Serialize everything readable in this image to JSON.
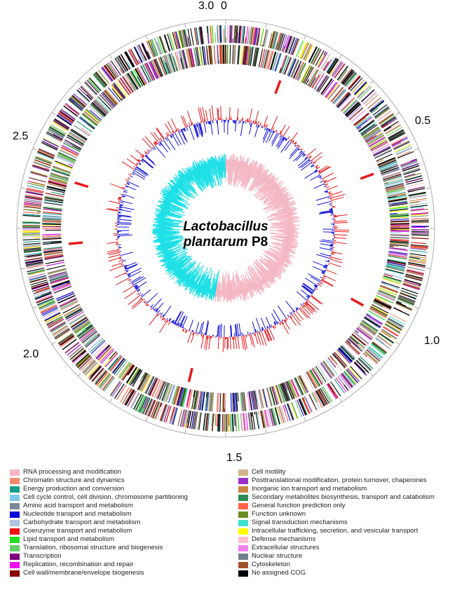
{
  "genome": {
    "name_italic": "Lactobacillus",
    "name_italic2": "plantarum",
    "strain": "P8",
    "total_mb": 3.2,
    "tick_labels": [
      {
        "value": "0",
        "mb": 0
      },
      {
        "value": "0.5",
        "mb": 0.5
      },
      {
        "value": "1.0",
        "mb": 1.0
      },
      {
        "value": "1.5",
        "mb": 1.5
      },
      {
        "value": "2.0",
        "mb": 2.0
      },
      {
        "value": "2.5",
        "mb": 2.5
      },
      {
        "value": "3.0",
        "mb": 3.0
      }
    ]
  },
  "colors": {
    "gc_content_pos": "#e8191c",
    "gc_content_neg": "#1414d8",
    "gc_skew_pos": "#f4b8c4",
    "gc_skew_neg": "#1ee0e6",
    "rrna_marks": "#e8191c"
  },
  "legend": {
    "left": [
      {
        "label": "RNA processing and modification",
        "color": "#f4b6c2"
      },
      {
        "label": "Chromatin structure and dynamics",
        "color": "#f08a6c"
      },
      {
        "label": "Energy production and conversion",
        "color": "#1a9e8a"
      },
      {
        "label": "Cell cycle control, cell division, chromosome partitioning",
        "color": "#7fc8ec"
      },
      {
        "label": "Amino acid transport and metabolism",
        "color": "#7a8a9a"
      },
      {
        "label": "Nucleotide transport and metabolism",
        "color": "#0a0adc"
      },
      {
        "label": "Carbohydrate transport and metabolism",
        "color": "#b0c4de"
      },
      {
        "label": "Coenzyme transport and metabolism",
        "color": "#ee1111"
      },
      {
        "label": "Lipid transport and metabolism",
        "color": "#22dd22"
      },
      {
        "label": "Translation, ribosomal structure and biogenesis",
        "color": "#66cc66"
      },
      {
        "label": "Transcription",
        "color": "#800080"
      },
      {
        "label": "Replication, recombination and repair",
        "color": "#ee11ee"
      },
      {
        "label": "Cell wall/membrane/envelope biogenesis",
        "color": "#8b0000"
      }
    ],
    "right": [
      {
        "label": "Cell motility",
        "color": "#d2b48c"
      },
      {
        "label": "Posttranslational modification, protein turnover, chaperones",
        "color": "#9932cc"
      },
      {
        "label": "Inorganic ion transport and metabolism",
        "color": "#cd853f"
      },
      {
        "label": "Secondary metabolites biosynthesis, transport and catabolism",
        "color": "#2e8b57"
      },
      {
        "label": "General function prediction only",
        "color": "#ff6347"
      },
      {
        "label": "Function unknown",
        "color": "#6b8e23"
      },
      {
        "label": "Signal transduction mechanisms",
        "color": "#40e0d0"
      },
      {
        "label": "Intracellular trafficking, secretion, and vesicular transport",
        "color": "#ffff00"
      },
      {
        "label": "Defense mechanisms",
        "color": "#ffc0cb"
      },
      {
        "label": "Extracellular structures",
        "color": "#ee82ee"
      },
      {
        "label": "Nuclear structure",
        "color": "#708090"
      },
      {
        "label": "Cytoskeleton",
        "color": "#a0522d"
      },
      {
        "label": "No assigned COG",
        "color": "#000000"
      }
    ]
  }
}
